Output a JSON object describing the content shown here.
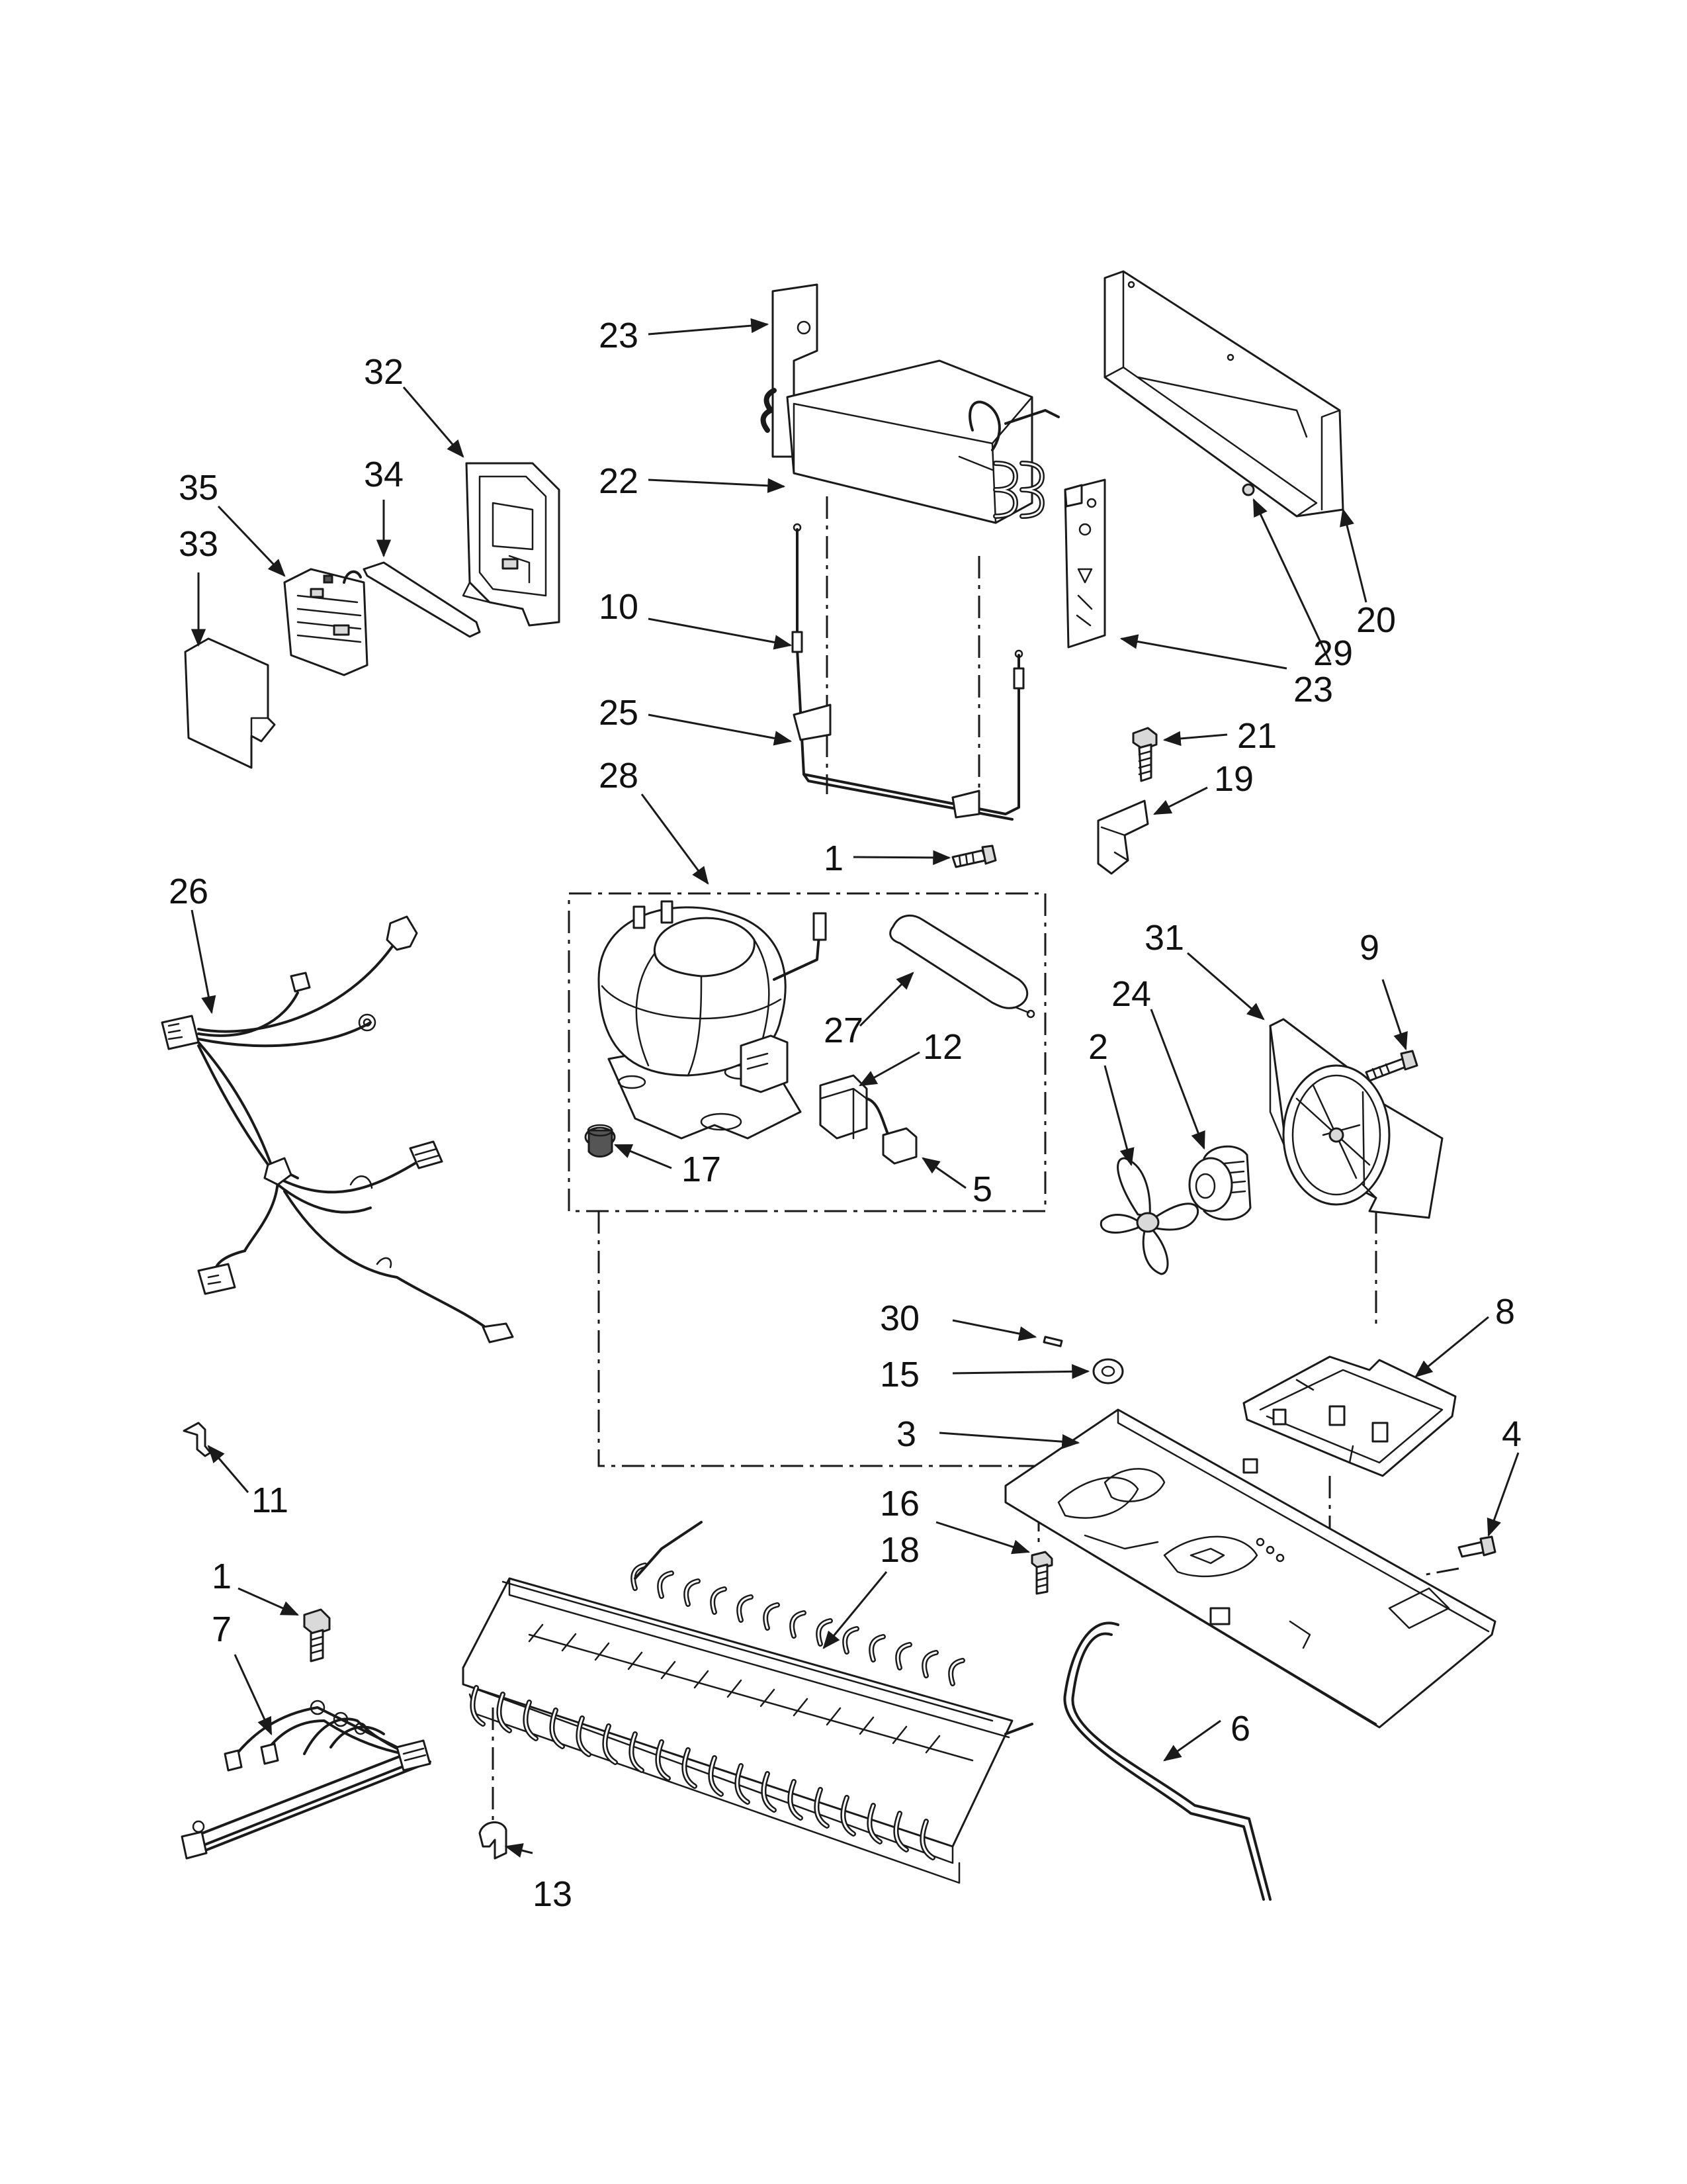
{
  "diagram": {
    "type": "exploded-parts-view",
    "accent_color": "#1a1a1a",
    "callouts": {
      "c23a": "23",
      "c22": "22",
      "c10": "10",
      "c25": "25",
      "c28": "28",
      "c32": "32",
      "c34": "34",
      "c35": "35",
      "c33": "33",
      "c26": "26",
      "c20": "20",
      "c29": "29",
      "c23b": "23",
      "c21": "21",
      "c19": "19",
      "c1a": "1",
      "c27": "27",
      "c12": "12",
      "c17": "17",
      "c5": "5",
      "c31": "31",
      "c9": "9",
      "c24": "24",
      "c2": "2",
      "c30": "30",
      "c8": "8",
      "c15": "15",
      "c3": "3",
      "c4": "4",
      "c11": "11",
      "c16": "16",
      "c18": "18",
      "c1b": "1",
      "c7": "7",
      "c6": "6",
      "c13": "13"
    }
  }
}
